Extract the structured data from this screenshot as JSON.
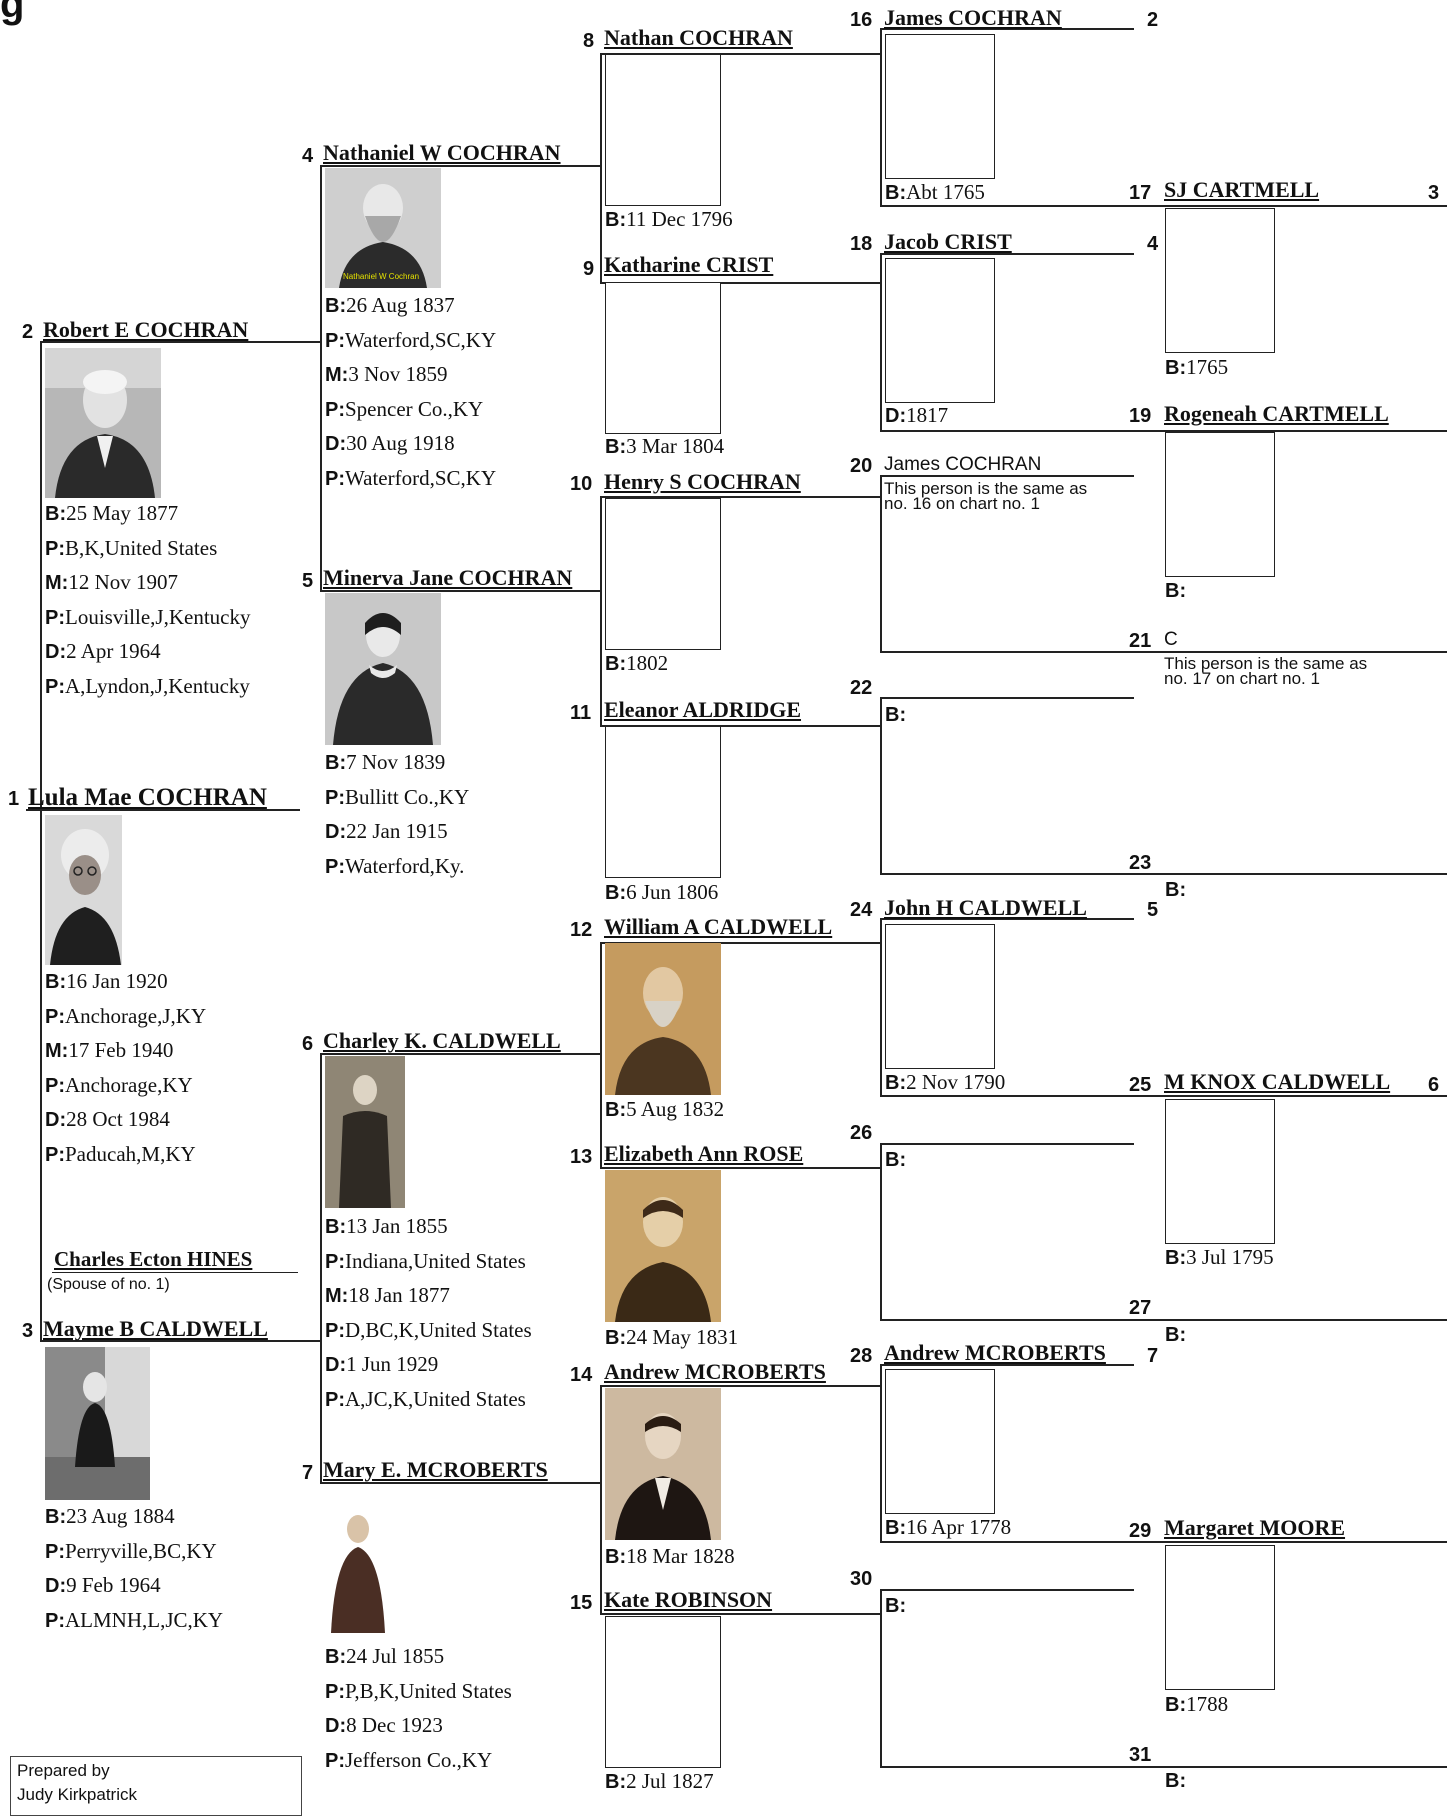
{
  "title_fragment": "g",
  "people": {
    "p1": {
      "num": "1",
      "name": "Lula Mae COCHRAN",
      "facts": [
        [
          "B:",
          "16 Jan 1920"
        ],
        [
          "P:",
          "Anchorage,J,KY"
        ],
        [
          "M:",
          "17 Feb 1940"
        ],
        [
          "P:",
          "Anchorage,KY"
        ],
        [
          "D:",
          "28 Oct 1984"
        ],
        [
          "P:",
          "Paducah,M,KY"
        ]
      ]
    },
    "spouse": {
      "name": "Charles Ecton HINES",
      "note": "(Spouse of no. 1)"
    },
    "p2": {
      "num": "2",
      "name": "Robert E COCHRAN",
      "facts": [
        [
          "B:",
          "25 May 1877"
        ],
        [
          "P:",
          "B,K,United States"
        ],
        [
          "M:",
          "12 Nov 1907"
        ],
        [
          "P:",
          "Louisville,J,Kentucky"
        ],
        [
          "D:",
          "2 Apr 1964"
        ],
        [
          "P:",
          "A,Lyndon,J,Kentucky"
        ]
      ]
    },
    "p3": {
      "num": "3",
      "name": "Mayme B CALDWELL",
      "facts": [
        [
          "B:",
          "23 Aug 1884"
        ],
        [
          "P:",
          "Perryville,BC,KY"
        ],
        [
          "D:",
          "9 Feb 1964"
        ],
        [
          "P:",
          "ALMNH,L,JC,KY"
        ]
      ]
    },
    "p4": {
      "num": "4",
      "name": "Nathaniel W COCHRAN",
      "photo_caption": "Nathaniel W Cochran",
      "facts": [
        [
          "B:",
          "26 Aug 1837"
        ],
        [
          "P:",
          "Waterford,SC,KY"
        ],
        [
          "M:",
          "3 Nov 1859"
        ],
        [
          "P:",
          "Spencer Co.,KY"
        ],
        [
          "D:",
          "30 Aug 1918"
        ],
        [
          "P:",
          "Waterford,SC,KY"
        ]
      ]
    },
    "p5": {
      "num": "5",
      "name": "Minerva Jane COCHRAN",
      "facts": [
        [
          "B:",
          "7 Nov 1839"
        ],
        [
          "P:",
          "Bullitt Co.,KY"
        ],
        [
          "D:",
          "22 Jan 1915"
        ],
        [
          "P:",
          "Waterford,Ky."
        ]
      ]
    },
    "p6": {
      "num": "6",
      "name": "Charley K. CALDWELL",
      "facts": [
        [
          "B:",
          "13 Jan 1855"
        ],
        [
          "P:",
          "Indiana,United States"
        ],
        [
          "M:",
          "18 Jan 1877"
        ],
        [
          "P:",
          "D,BC,K,United States"
        ],
        [
          "D:",
          "1 Jun 1929"
        ],
        [
          "P:",
          "A,JC,K,United States"
        ]
      ]
    },
    "p7": {
      "num": "7",
      "name": "Mary E. MCROBERTS",
      "facts": [
        [
          "B:",
          "24 Jul 1855"
        ],
        [
          "P:",
          "P,B,K,United States"
        ],
        [
          "D:",
          "8 Dec 1923"
        ],
        [
          "P:",
          "Jefferson Co.,KY"
        ]
      ]
    },
    "p8": {
      "num": "8",
      "name": "Nathan COCHRAN",
      "b": "11 Dec 1796"
    },
    "p9": {
      "num": "9",
      "name": "Katharine CRIST",
      "b": "3 Mar 1804"
    },
    "p10": {
      "num": "10",
      "name": "Henry S COCHRAN",
      "b": "1802"
    },
    "p11": {
      "num": "11",
      "name": "Eleanor ALDRIDGE",
      "b": "6 Jun 1806"
    },
    "p12": {
      "num": "12",
      "name": "William A CALDWELL",
      "b": "5 Aug 1832"
    },
    "p13": {
      "num": "13",
      "name": "Elizabeth Ann ROSE",
      "b": "24 May 1831"
    },
    "p14": {
      "num": "14",
      "name": "Andrew MCROBERTS",
      "b": "18 Mar 1828"
    },
    "p15": {
      "num": "15",
      "name": "Kate ROBINSON",
      "b": "2 Jul 1827"
    },
    "p16": {
      "num": "16",
      "name": "James COCHRAN",
      "b": "Abt 1765",
      "cont": "2"
    },
    "p17": {
      "num": "17",
      "name": "SJ CARTMELL",
      "b": "1765",
      "cont": "3"
    },
    "p18": {
      "num": "18",
      "name": "Jacob CRIST",
      "d": "1817",
      "cont": "4"
    },
    "p19": {
      "num": "19",
      "name": "Rogeneah CARTMELL",
      "b": ""
    },
    "p20": {
      "num": "20",
      "name": "James COCHRAN",
      "note1": "This person is the same as",
      "note2": "no. 16 on chart no. 1"
    },
    "p21": {
      "num": "21",
      "name": "C",
      "note1": "This person is the same as",
      "note2": "no. 17 on chart no. 1"
    },
    "p22": {
      "num": "22",
      "b": ""
    },
    "p23": {
      "num": "23",
      "b": ""
    },
    "p24": {
      "num": "24",
      "name": "John H CALDWELL",
      "b": "2 Nov 1790",
      "cont": "5"
    },
    "p25": {
      "num": "25",
      "name": "M KNOX CALDWELL",
      "b": "3 Jul 1795",
      "cont": "6"
    },
    "p26": {
      "num": "26",
      "b": ""
    },
    "p27": {
      "num": "27",
      "b": ""
    },
    "p28": {
      "num": "28",
      "name": "Andrew MCROBERTS",
      "b": "16 Apr 1778",
      "cont": "7"
    },
    "p29": {
      "num": "29",
      "name": "Margaret MOORE",
      "b": "1788"
    },
    "p30": {
      "num": "30",
      "b": ""
    },
    "p31": {
      "num": "31",
      "b": ""
    }
  },
  "labels": {
    "b": "B:",
    "d": "D:"
  },
  "prepared": {
    "label": "Prepared by",
    "name": "Judy Kirkpatrick"
  },
  "colors": {
    "line": "#222222",
    "photo_sepia": "#c9a46a"
  }
}
